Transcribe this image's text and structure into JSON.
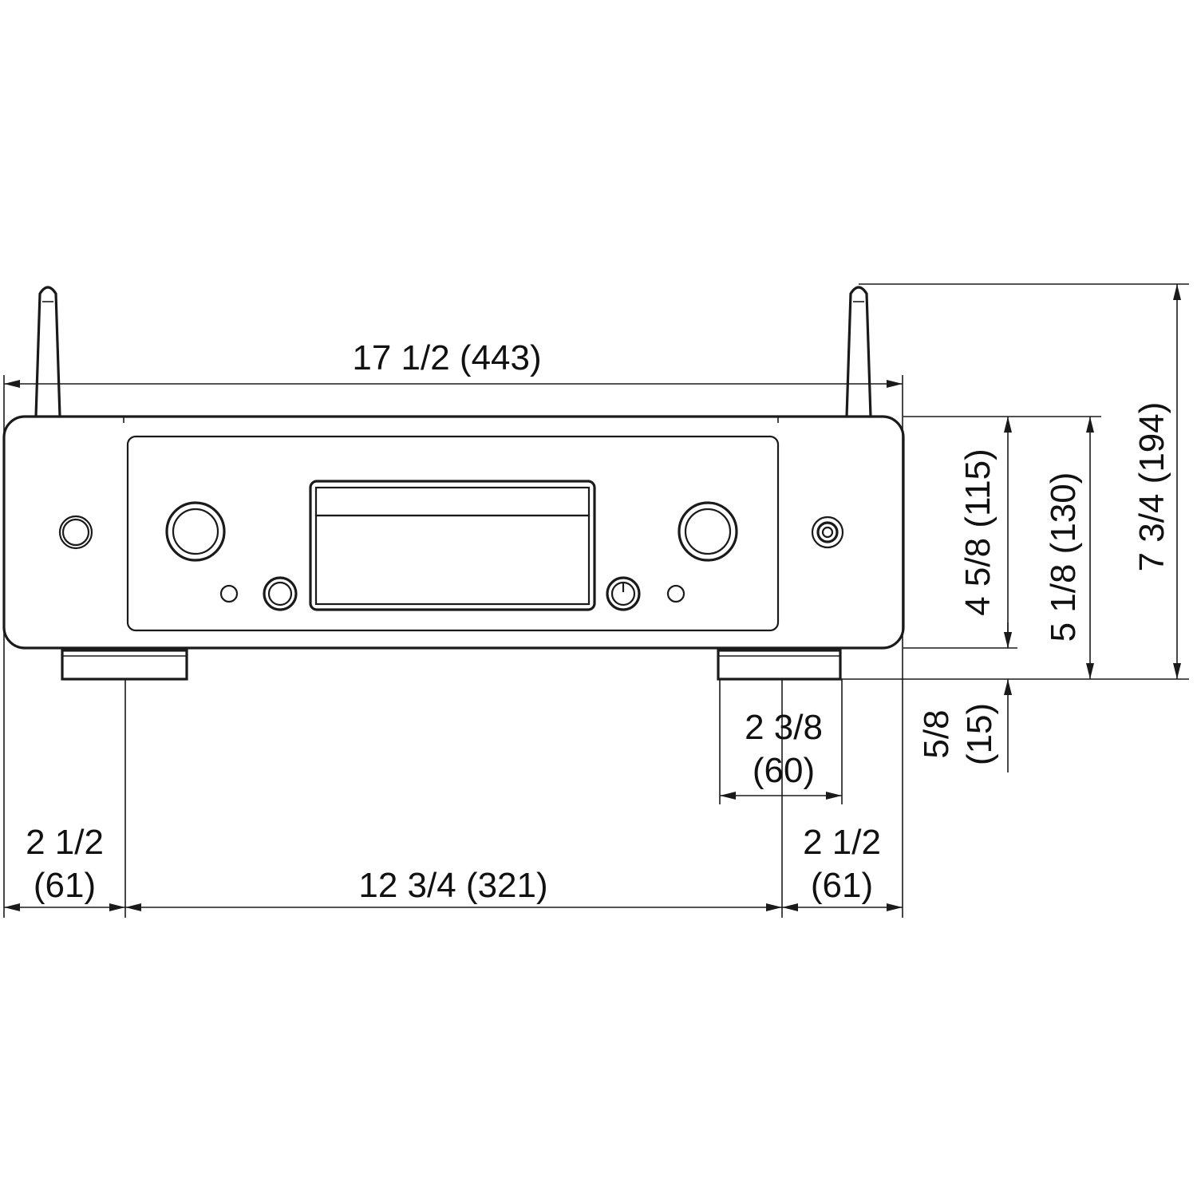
{
  "dimensions": {
    "overall_width": "17 1/2 (443)",
    "foot_spacing": "12 3/4 (321)",
    "left_offset_line1": "2 1/2",
    "left_offset_line2": "(61)",
    "right_offset_line1": "2 1/2",
    "right_offset_line2": "(61)",
    "foot_width_line1": "2 3/8",
    "foot_width_line2": "(60)",
    "foot_height_line1": "5/8",
    "foot_height_line2": "(15)",
    "body_height": "4 5/8 (115)",
    "height_with_feet": "5 1/8 (130)",
    "total_height": "7 3/4 (194)"
  },
  "colors": {
    "line": "#1a1a1a",
    "text": "#111111",
    "background": "#ffffff"
  }
}
